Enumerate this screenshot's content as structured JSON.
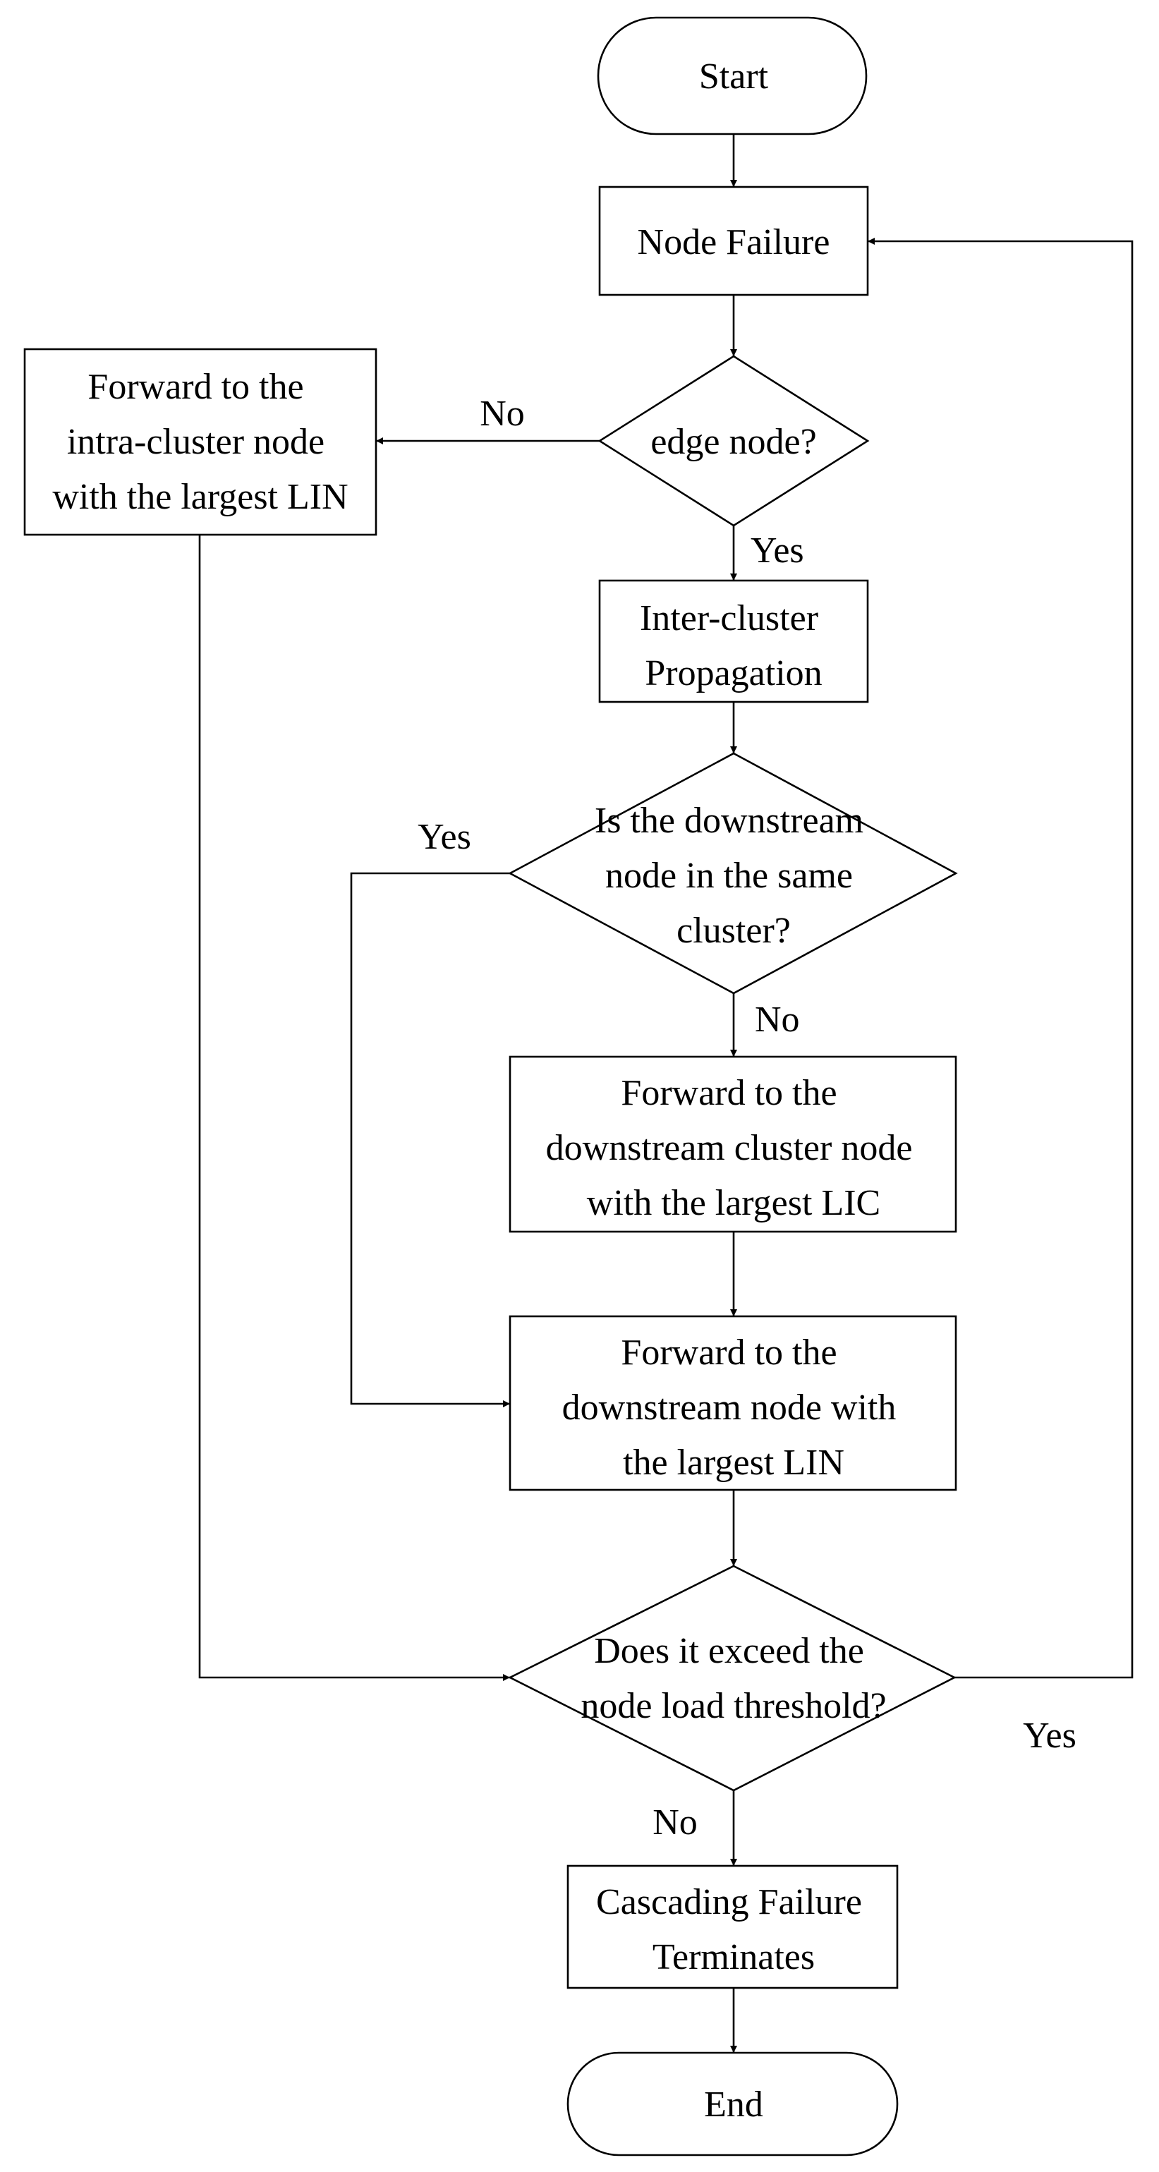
{
  "nodes": {
    "start": {
      "lines": [
        "Start"
      ]
    },
    "node_failure": {
      "lines": [
        "Node Failure"
      ]
    },
    "edge_node_decision": {
      "lines": [
        "edge node?"
      ]
    },
    "forward_intra_cluster": {
      "lines": [
        "Forward to the",
        "intra-cluster node",
        "with the largest LIN"
      ]
    },
    "inter_cluster_propagation": {
      "lines": [
        "Inter-cluster",
        "Propagation"
      ]
    },
    "same_cluster_decision": {
      "lines": [
        "Is the downstream",
        "node in the same",
        "cluster?"
      ]
    },
    "forward_downstream_cluster": {
      "lines": [
        "Forward to the",
        "downstream cluster node",
        "with the largest LIC"
      ]
    },
    "forward_downstream_node": {
      "lines": [
        "Forward to the",
        "downstream node with",
        "the largest LIN"
      ]
    },
    "threshold_decision": {
      "lines": [
        "Does it exceed the",
        "node load threshold?"
      ]
    },
    "cascading_terminates": {
      "lines": [
        "Cascading Failure",
        "Terminates"
      ]
    },
    "end": {
      "lines": [
        "End"
      ]
    }
  },
  "edge_labels": {
    "edge_node_no": "No",
    "edge_node_yes": "Yes",
    "same_cluster_yes": "Yes",
    "same_cluster_no": "No",
    "threshold_yes": "Yes",
    "threshold_no": "No"
  }
}
